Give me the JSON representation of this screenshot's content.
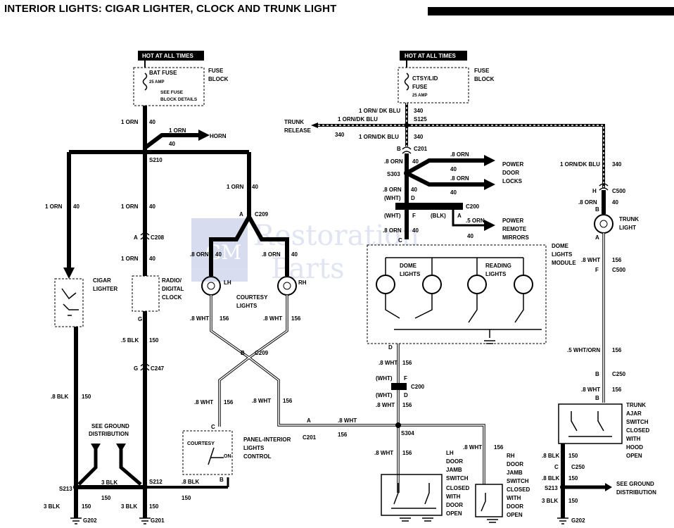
{
  "title": "INTERIOR LIGHTS: CIGAR LIGHTER, CLOCK AND TRUNK LIGHT",
  "watermark": {
    "line1": "Restoration",
    "line2": "Parts",
    "logo": "GM"
  },
  "labels": {
    "hot1": "HOT AT ALL TIMES",
    "hot2": "HOT AT ALL TIMES",
    "bat_fuse": "BAT FUSE",
    "amp25a": "25 AMP",
    "see_fuse1": "SEE FUSE",
    "see_fuse2": "BLOCK DETAILS",
    "fuse_block1a": "FUSE",
    "fuse_block1b": "BLOCK",
    "ctsy_fuse1": "CTSY/LID",
    "ctsy_fuse2": "FUSE",
    "amp25b": "25 AMP",
    "fuse_block2a": "FUSE",
    "fuse_block2b": "BLOCK",
    "w_1orn_40_a": "1 ORN",
    "w_40_a": "40",
    "horn_wire": "1 ORN",
    "horn_40": "40",
    "horn": "HORN",
    "s210": "S210",
    "w_1orn_left": "1 ORN",
    "w_40_left": "40",
    "w_1orn_mid": "1 ORN",
    "w_40_mid": "40",
    "w_1orn_right": "1 ORN",
    "w_40_right": "40",
    "a_c208": "A",
    "c208": "C208",
    "w_1orn_c208": "1 ORN",
    "w_40_c208": "40",
    "cigar1": "CIGAR",
    "cigar2": "LIGHTER",
    "radio1": "RADIO/",
    "radio2": "DIGITAL",
    "radio3": "CLOCK",
    "g_radio": "G",
    "w_5blk": ".5 BLK",
    "w_150_radio": "150",
    "g_c247": "G",
    "c247": "C247",
    "a_c209": "A",
    "c209a": "C209",
    "w_8orn_lh": ".8 ORN",
    "w_40_lh": "40",
    "w_8orn_rh": ".8 ORN",
    "w_40_rh": "40",
    "lh": "LH",
    "rh": "RH",
    "courtesy1": "COURTESY",
    "courtesy2": "LIGHTS",
    "w_8wht_lh": ".8 WHT",
    "w_156_lh": "156",
    "w_8wht_rh": ".8 WHT",
    "w_156_rh": "156",
    "b_c209": "B",
    "c209b": "C209",
    "w_8blk_cig": ".8 BLK",
    "w_150_cig": "150",
    "see_ground1a": "SEE GROUND",
    "see_ground1b": "DISTRIBUTION",
    "w_8wht_p1": ".8 WHT",
    "w_156_p1": "156",
    "w_8wht_p2": ".8 WHT",
    "w_156_p2": "156",
    "c_panel": "C",
    "panel_courtesy": "COURTESY",
    "panel_on": "ON",
    "panel1": "PANEL-INTERIOR",
    "panel2": "LIGHTS",
    "panel3": "CONTROL",
    "b_panel": "B",
    "w_8blk_panel": ".8 BLK",
    "w_150_panel": "150",
    "s212": "S212",
    "s213a": "S213",
    "w_3blk_mid": "3 BLK",
    "w_150_mid": "150",
    "w_3blk_l": "3 BLK",
    "w_150_l": "150",
    "w_3blk_r": "3 BLK",
    "w_150_r": "150",
    "g202a": "G202",
    "g201": "G201",
    "a_c201": "A",
    "c201a": "C201",
    "w_8wht_c201": ".8 WHT",
    "w_156_c201": "156",
    "w_1orn_dkblu_a": "1 ORN/ DK BLU",
    "w_340_a": "340",
    "w_1orn_dkblu_b": "1 ORN/DK BLU",
    "s125": "S125",
    "trunk_rel1": "TRUNK",
    "trunk_rel2": "RELEASE",
    "w_340_tr": "340",
    "w_1orn_dkblu_c": "1 ORN/DK BLU",
    "w_340_c": "340",
    "b_c201": "B",
    "c201b": "C201",
    "w_8orn_s303": ".8 ORN",
    "w_40_s303": "40",
    "s303": "S303",
    "w_8orn_pdl1": ".8 ORN",
    "w_40_pdl1": "40",
    "w_8orn_pdl2": ".8 ORN",
    "w_40_pdl2": "40",
    "pdl1": "POWER",
    "pdl2": "DOOR",
    "pdl3": "LOCKS",
    "w_8orn_s303b": ".8 ORN",
    "w_40_s303b": "40",
    "wht_d": "(WHT)",
    "d_c200": "D",
    "c200": "C200",
    "wht_f": "(WHT)",
    "f_c200": "F",
    "blk_a": "(BLK)",
    "a_c200": "A",
    "w_5orn": ".5 ORN",
    "w_40_prm": "40",
    "prm1": "POWER",
    "prm2": "REMOTE",
    "prm3": "MIRRORS",
    "w_8orn_c200": ".8 ORN",
    "w_40_c200": "40",
    "c_dome": "C",
    "dome_mod1": "DOME",
    "dome_mod2": "LIGHTS",
    "dome_mod3": "MODULE",
    "dome1": "DOME",
    "dome2": "LIGHTS",
    "reading1": "READING",
    "reading2": "LIGHTS",
    "d_dome": "D",
    "w_8wht_dome": ".8 WHT",
    "w_156_dome": "156",
    "wht_f2": "(WHT)",
    "f_c200b": "F",
    "c200b": "C200",
    "wht_d2": "(WHT)",
    "d_c200b": "D",
    "w_8wht_c200b": ".8 WHT",
    "w_156_c200b": "156",
    "s304": "S304",
    "w_8wht_s304": ".8 WHT",
    "w_156_s304": "156",
    "w_8wht_rhj": ".8 WHT",
    "w_156_rhj": "156",
    "lh_jamb1": "LH",
    "lh_jamb2": "DOOR",
    "lh_jamb3": "JAMB",
    "lh_jamb4": "SWITCH",
    "lh_jamb5": "CLOSED",
    "lh_jamb6": "WITH",
    "lh_jamb7": "DOOR",
    "lh_jamb8": "OPEN",
    "rh_jamb1": "RH",
    "rh_jamb2": "DOOR",
    "rh_jamb3": "JAMB",
    "rh_jamb4": "SWITCH",
    "rh_jamb5": "CLOSED",
    "rh_jamb6": "WITH",
    "rh_jamb7": "DOOR",
    "rh_jamb8": "OPEN",
    "w_1orn_dkblu_d": "1 ORN/DK BLU",
    "w_340_d": "340",
    "h_c500": "H",
    "c500a": "C500",
    "w_8orn_tl": ".8 ORN",
    "w_40_tl": "40",
    "b_tl": "B",
    "trunk_light1": "TRUNK",
    "trunk_light2": "LIGHT",
    "a_tl": "A",
    "w_8wht_tl": ".8 WHT",
    "w_156_tl": "156",
    "f_c500": "F",
    "c500b": "C500",
    "w_5whtorn": ".5 WHT/ORN",
    "w_156_tr": "156",
    "b_c250": "B",
    "c250a": "C250",
    "w_8wht_c250": ".8 WHT",
    "w_156_c250": "156",
    "b_ajar": "B",
    "ajar1": "TRUNK",
    "ajar2": "AJAR",
    "ajar3": "SWITCH",
    "ajar4": "CLOSED",
    "ajar5": "WITH",
    "ajar6": "HOOD",
    "ajar7": "OPEN",
    "w_8blk_ajar": ".8 BLK",
    "w_150_ajar": "150",
    "c_c250": "C",
    "c250b": "C250",
    "w_8blk_c250": ".8 BLK",
    "w_150_c250": "150",
    "s213b": "S213",
    "see_ground2a": "SEE GROUND",
    "see_ground2b": "DISTRIBUTION",
    "w_3blk_tr": "3 BLK",
    "w_150_tr2": "150",
    "g202b": "G202"
  }
}
